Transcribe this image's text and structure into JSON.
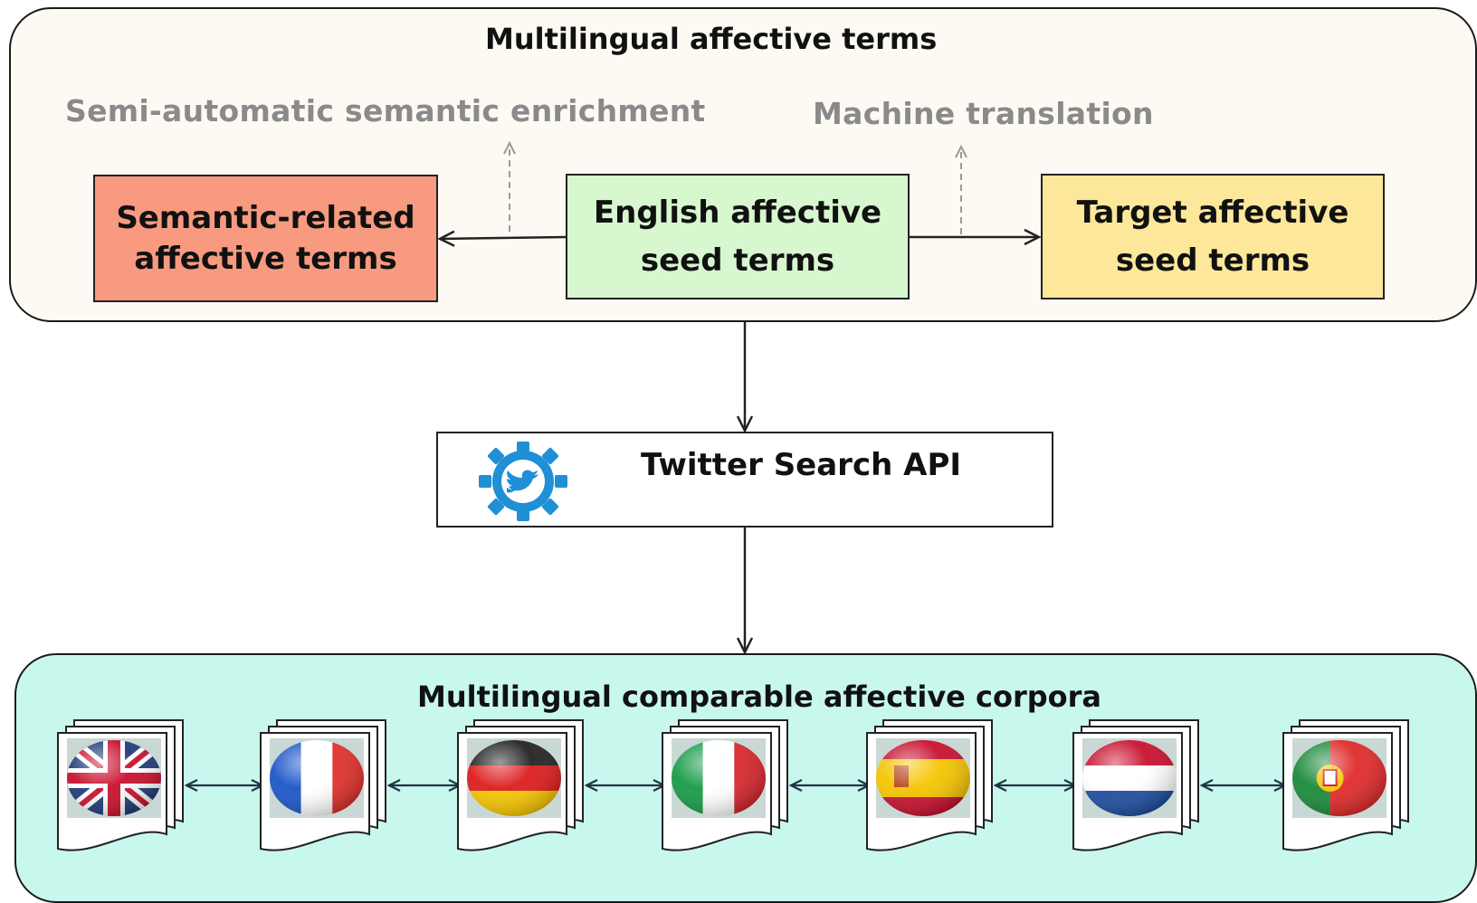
{
  "top_panel": {
    "title": "Multilingual affective terms",
    "annotation_left": "Semi-automatic semantic enrichment",
    "annotation_right": "Machine translation",
    "boxes": {
      "semantic": [
        "Semantic-related",
        "affective terms"
      ],
      "english": [
        "English affective",
        "seed terms"
      ],
      "target": [
        "Target affective",
        "seed terms"
      ]
    },
    "colors": {
      "panel": "#fdfaf3",
      "semantic": "#f89a80",
      "english": "#d7f7cf",
      "target": "#fde79b"
    }
  },
  "api": {
    "label": "Twitter Search API",
    "icon": "twitter-gear-icon",
    "icon_color": "#1f8fd6"
  },
  "bottom_panel": {
    "title": "Multilingual comparable affective corpora",
    "color": "#c8f7ee",
    "corpora": [
      {
        "country": "United Kingdom",
        "icon": "uk-flag-icon"
      },
      {
        "country": "France",
        "icon": "france-flag-icon"
      },
      {
        "country": "Germany",
        "icon": "germany-flag-icon"
      },
      {
        "country": "Italy",
        "icon": "italy-flag-icon"
      },
      {
        "country": "Spain",
        "icon": "spain-flag-icon"
      },
      {
        "country": "Netherlands",
        "icon": "netherlands-flag-icon"
      },
      {
        "country": "Portugal",
        "icon": "portugal-flag-icon"
      }
    ]
  }
}
